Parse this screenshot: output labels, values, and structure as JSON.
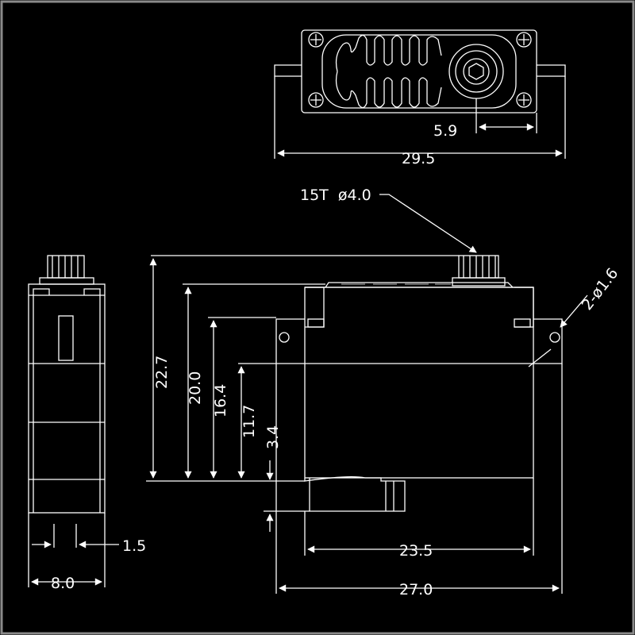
{
  "drawing": {
    "background": "#000000",
    "line_color": "#ffffff",
    "frame_color": "#8a8a8a"
  },
  "dimensions": {
    "horn_offset": "5.9",
    "top_width": "29.5",
    "spline_label": "15T  ø4.0",
    "hole_label": "2-ø1.6",
    "height_total": "22.7",
    "height_body": "20.0",
    "height_mount": "16.4",
    "height_lower": "11.7",
    "height_base": "3.4",
    "side_offset": "1.5",
    "side_width": "8.0",
    "body_width": "23.5",
    "mount_width": "27.0"
  }
}
